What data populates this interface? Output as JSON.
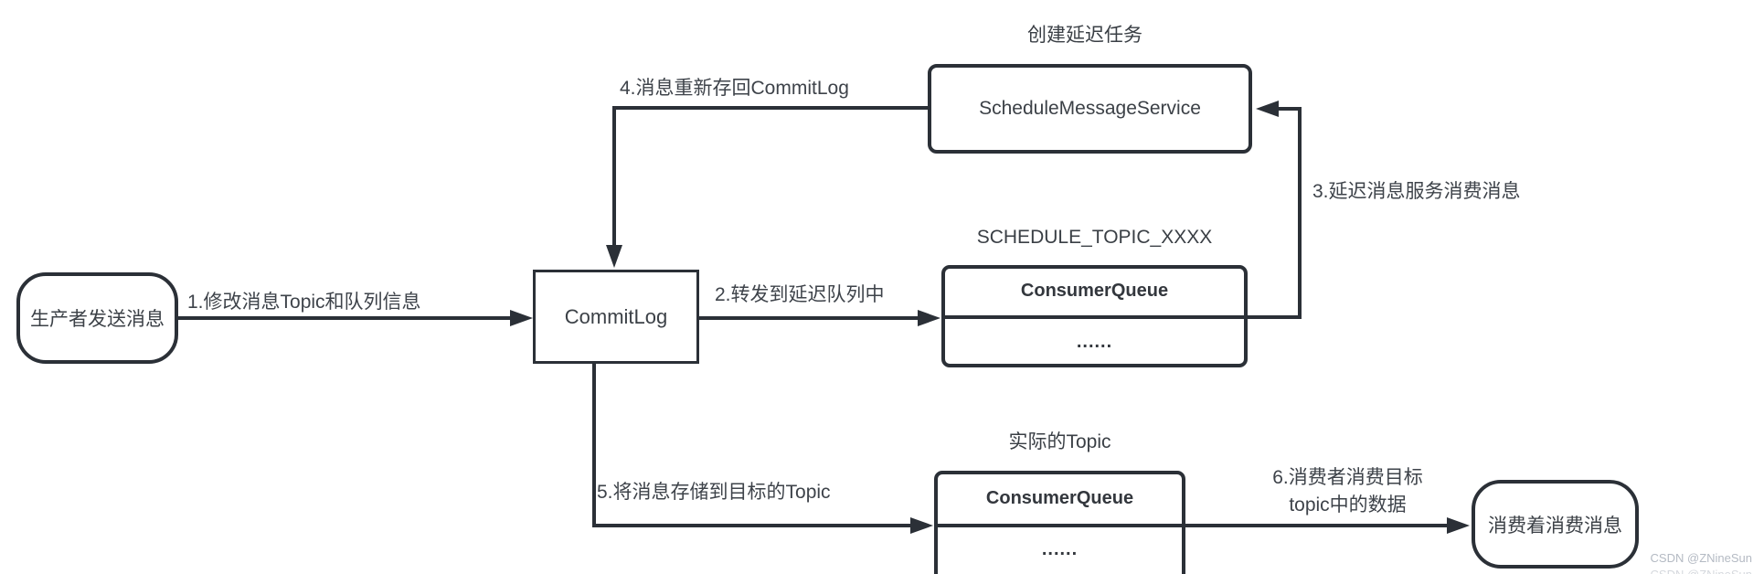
{
  "diagram": {
    "captions": {
      "schedule_service": "创建延迟任务",
      "schedule_topic": "SCHEDULE_TOPIC_XXXX",
      "actual_topic": "实际的Topic"
    },
    "nodes": {
      "producer": "生产者发送消息",
      "commitlog": "CommitLog",
      "schedule_service": "ScheduleMessageService",
      "schedule_queue": {
        "title": "ConsumerQueue",
        "more": "......"
      },
      "actual_queue": {
        "title": "ConsumerQueue",
        "more": "......"
      },
      "consumer": "消费着消费消息"
    },
    "edges": {
      "step1": "1.修改消息Topic和队列信息",
      "step2": "2.转发到延迟队列中",
      "step3": "3.延迟消息服务消费消息",
      "step4": "4.消息重新存回CommitLog",
      "step5": "5.将消息存储到目标的Topic",
      "step6_line1": "6.消费者消费目标",
      "step6_line2": "topic中的数据"
    },
    "watermark": "CSDN @ZNineSun",
    "colors": {
      "stroke": "#2b3037",
      "label": "#3e434a",
      "watermark": "#b4bac3"
    }
  }
}
